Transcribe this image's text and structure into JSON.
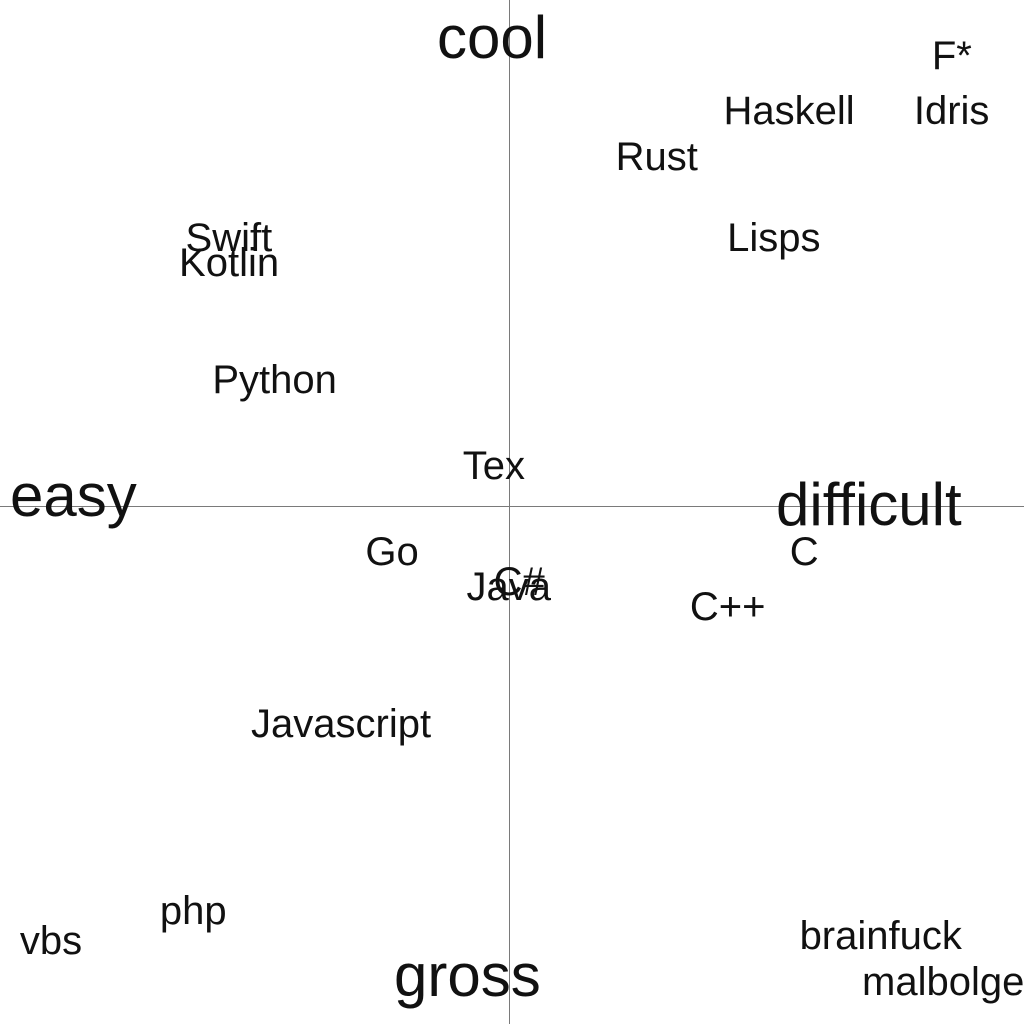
{
  "chart_data": {
    "type": "scatter",
    "axes": {
      "left": "easy",
      "right": "difficult",
      "top": "cool",
      "bottom": "gross"
    },
    "xlim": [
      -10,
      10
    ],
    "ylim": [
      -10,
      10
    ],
    "grid": false,
    "legend": "none",
    "points": [
      {
        "label": "F*",
        "x": 8.7,
        "y": 8.9
      },
      {
        "label": "Haskell",
        "x": 5.5,
        "y": 7.8
      },
      {
        "label": "Idris",
        "x": 8.7,
        "y": 7.8
      },
      {
        "label": "Rust",
        "x": 2.9,
        "y": 6.9
      },
      {
        "label": "Lisps",
        "x": 5.2,
        "y": 5.3
      },
      {
        "label": "Swift",
        "x": -5.5,
        "y": 5.3
      },
      {
        "label": "Kotlin",
        "x": -5.5,
        "y": 4.8
      },
      {
        "label": "Python",
        "x": -4.6,
        "y": 2.5
      },
      {
        "label": "Tex",
        "x": -0.3,
        "y": 0.8
      },
      {
        "label": "Go",
        "x": -2.3,
        "y": -0.9
      },
      {
        "label": "C",
        "x": 5.8,
        "y": -0.9
      },
      {
        "label": "C#",
        "x": 0.2,
        "y": -1.5
      },
      {
        "label": "Java",
        "x": 0.0,
        "y": -1.6
      },
      {
        "label": "C++",
        "x": 4.3,
        "y": -2.0
      },
      {
        "label": "Javascript",
        "x": -3.3,
        "y": -4.3
      },
      {
        "label": "php",
        "x": -6.2,
        "y": -8.0
      },
      {
        "label": "vbs",
        "x": -9.0,
        "y": -8.6
      },
      {
        "label": "brainfuck",
        "x": 7.3,
        "y": -8.5
      },
      {
        "label": "malbolge",
        "x": 8.9,
        "y": -9.4
      }
    ]
  }
}
